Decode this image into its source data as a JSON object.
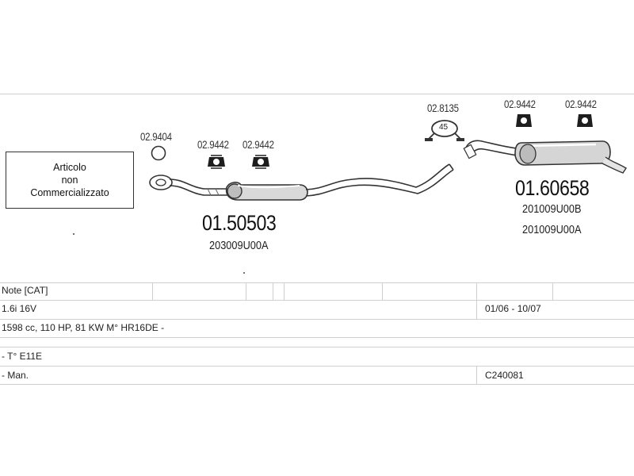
{
  "diagram": {
    "note_box": {
      "line1": "Articolo",
      "line2": "non",
      "line3": "Commercializzato"
    },
    "parts": {
      "gasket_left": "02.9404",
      "clamp_front_1": "02.9442",
      "clamp_front_2": "02.9442",
      "clamp_top": "02.8135",
      "clamp_top_badge": "45",
      "clamp_rear_1": "02.9442",
      "clamp_rear_2": "02.9442"
    },
    "front_muffler": {
      "code": "01.50503",
      "oem": "203009U00A"
    },
    "rear_muffler": {
      "code": "01.60658",
      "oem_1": "201009U00B",
      "oem_2": "201009U00A"
    }
  },
  "table": {
    "header": "Note  [CAT]",
    "row1_left": "1.6i 16V",
    "row1_right": "01/06 - 10/07",
    "row2_left": "1598 cc, 110 HP, 81 KW M° HR16DE -",
    "row3_left": "- T° E11E",
    "row4_left": "- Man.",
    "row4_right": "C240081"
  }
}
